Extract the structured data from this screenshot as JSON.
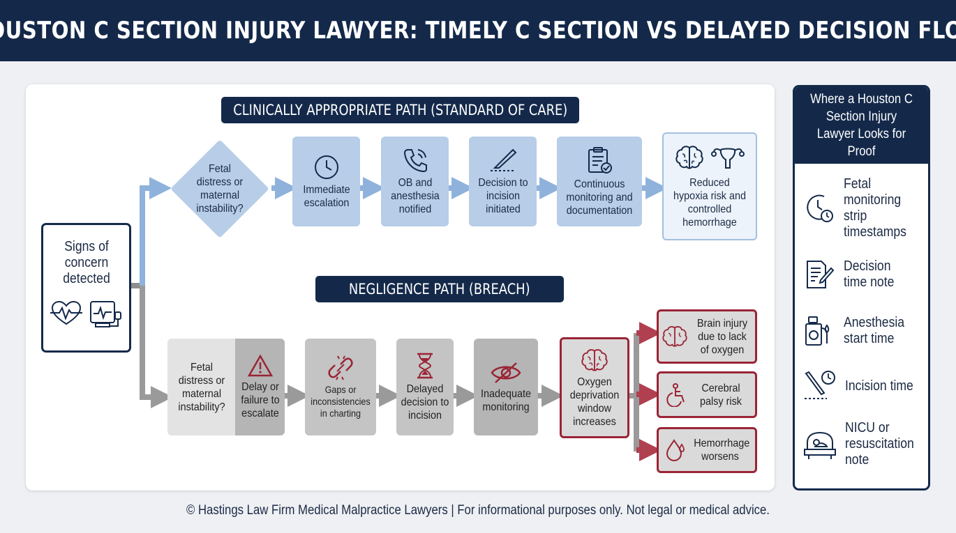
{
  "title": "HOUSTON C SECTION INJURY LAWYER: TIMELY C SECTION VS DELAYED DECISION FLOW",
  "start": {
    "label": "Signs of concern detected",
    "icons": [
      "heartbeat-icon",
      "fetal-monitor-icon"
    ]
  },
  "appropriate_path": {
    "label": "CLINICALLY APPROPRIATE PATH (STANDARD OF CARE)",
    "decision": "Fetal distress or maternal instability?",
    "steps": [
      {
        "label": "Immediate escalation",
        "icon": "clock-icon"
      },
      {
        "label": "OB and anesthesia notified",
        "icon": "phone-icon"
      },
      {
        "label": "Decision to incision initiated",
        "icon": "scalpel-icon"
      },
      {
        "label": "Continuous monitoring and documentation",
        "icon": "clipboard-check-icon"
      }
    ],
    "outcome": {
      "label": "Reduced hypoxia risk and controlled hemorrhage",
      "icons": [
        "brain-icon",
        "uterus-icon"
      ]
    }
  },
  "negligence_path": {
    "label": "NEGLIGENCE PATH (BREACH)",
    "decision": "Fetal distress or maternal instability?",
    "steps": [
      {
        "label": "Delay or failure to escalate",
        "icon": "warning-icon"
      },
      {
        "label": "Gaps or inconsistencies in charting",
        "icon": "broken-chain-icon"
      },
      {
        "label": "Delayed decision to incision",
        "icon": "hourglass-icon"
      },
      {
        "label": "Inadequate monitoring",
        "icon": "eye-slash-icon"
      },
      {
        "label": "Oxygen deprivation window increases",
        "icon": "brain-icon"
      }
    ],
    "outcomes": [
      {
        "label": "Brain injury due to lack of oxygen",
        "icon": "brain-icon"
      },
      {
        "label": "Cerebral palsy risk",
        "icon": "wheelchair-icon"
      },
      {
        "label": "Hemorrhage worsens",
        "icon": "blood-drop-icon"
      }
    ]
  },
  "proof_panel": {
    "title": "Where a Houston C Section Injury Lawyer Looks for Proof",
    "items": [
      {
        "label": "Fetal monitoring strip timestamps",
        "icon": "clock-timestamp-icon"
      },
      {
        "label": "Decision time note",
        "icon": "document-pen-icon"
      },
      {
        "label": "Anesthesia start time",
        "icon": "anesthesia-machine-icon"
      },
      {
        "label": "Incision time",
        "icon": "scalpel-clock-icon"
      },
      {
        "label": "NICU or resuscitation note",
        "icon": "incubator-icon"
      }
    ]
  },
  "footer": "© Hastings Law Firm Medical Malpractice Lawyers | For informational purposes only. Not legal or medical advice.",
  "colors": {
    "navy": "#14294a",
    "blue": "#b7cde8",
    "blue_arrow": "#8fb2dc",
    "gray": "#c4c4c4",
    "red": "#9a2435"
  }
}
